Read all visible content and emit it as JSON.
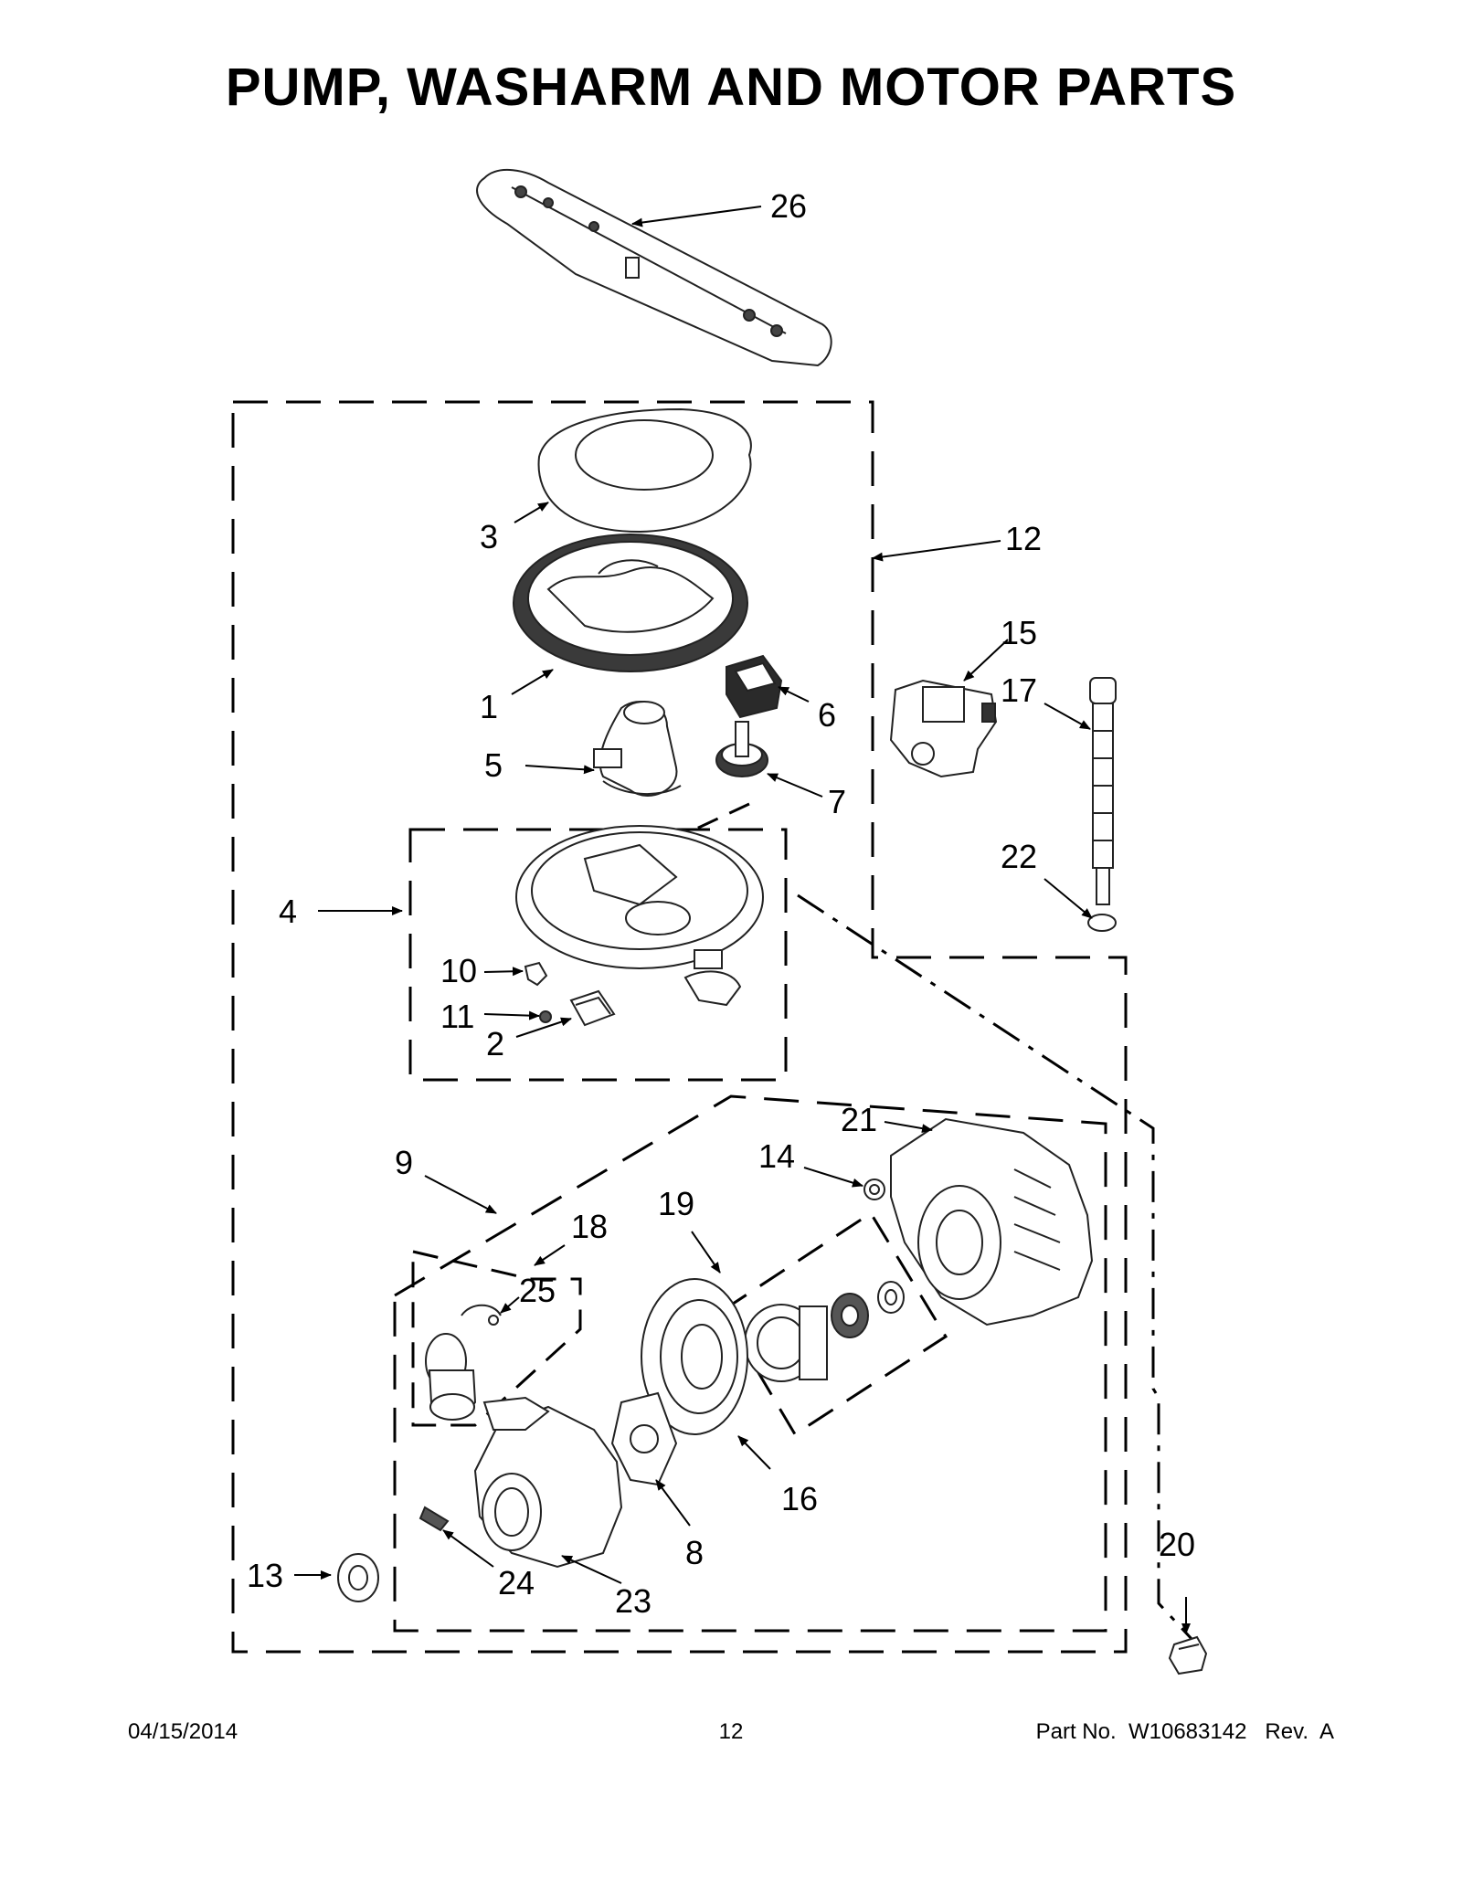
{
  "title": "PUMP, WASHARM AND MOTOR PARTS",
  "callouts": {
    "c1": "1",
    "c2": "2",
    "c3": "3",
    "c4": "4",
    "c5": "5",
    "c6": "6",
    "c7": "7",
    "c8": "8",
    "c9": "9",
    "c10": "10",
    "c11": "11",
    "c12": "12",
    "c13": "13",
    "c14": "14",
    "c15": "15",
    "c16": "16",
    "c17": "17",
    "c18": "18",
    "c19": "19",
    "c20": "20",
    "c21": "21",
    "c22": "22",
    "c23": "23",
    "c24": "24",
    "c25": "25",
    "c26": "26"
  },
  "footer": {
    "date": "04/15/2014",
    "page": "12",
    "part_number": "Part No.  W10683142   Rev.  A"
  }
}
